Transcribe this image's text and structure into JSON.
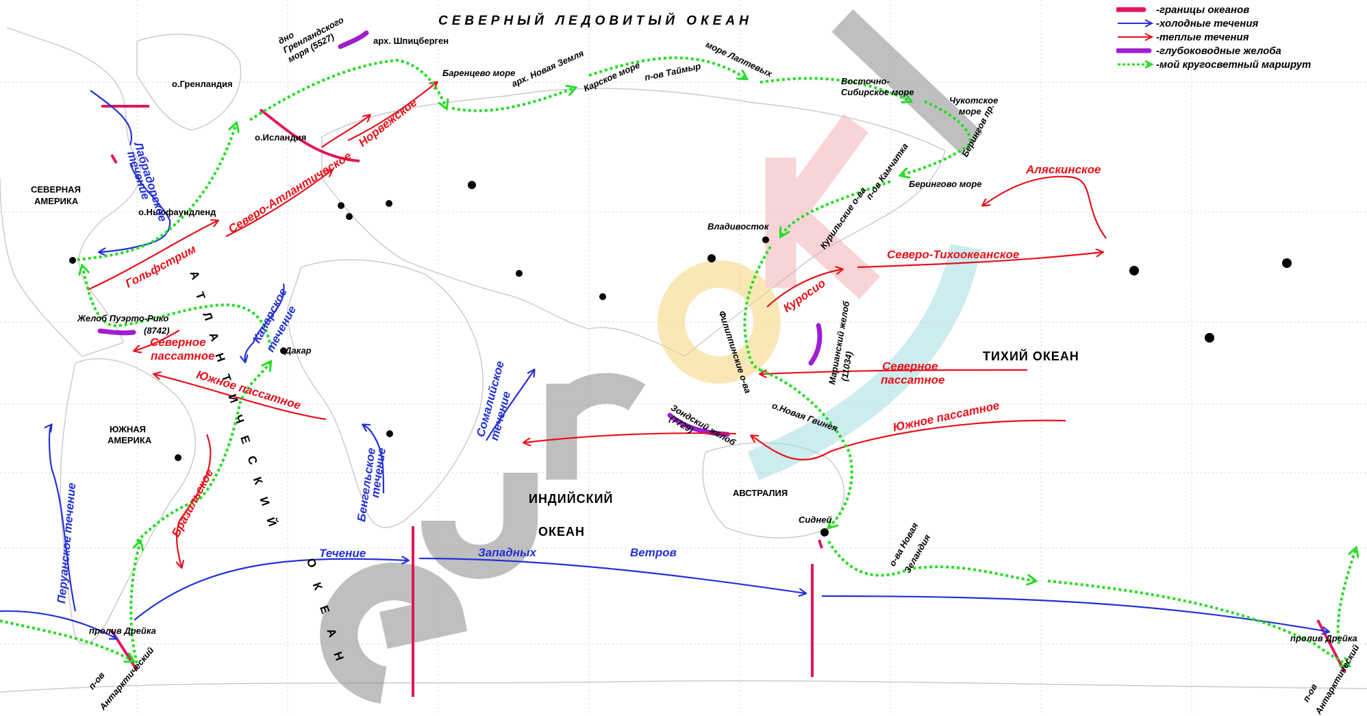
{
  "legend": [
    {
      "symbol": "ocean-border",
      "label": "-границы океанов",
      "color": "#e0155f"
    },
    {
      "symbol": "cold-current",
      "label": "-холодные течения",
      "color": "#2330d8"
    },
    {
      "symbol": "warm-current",
      "label": "-теплые течения",
      "color": "#e8111a"
    },
    {
      "symbol": "deep-trench",
      "label": "-глубоководные желоба",
      "color": "#a01ecf"
    },
    {
      "symbol": "route",
      "label": "-мой кругосветный маршрут",
      "color": "#22dd22"
    }
  ],
  "oceans": {
    "arctic": "СЕВЕРНЫЙ ЛЕДОВИТЫЙ ОКЕАН",
    "pacific": "ТИХИЙ ОКЕАН",
    "indian_line1": "ИНДИЙСКИЙ",
    "indian_line2": "ОКЕАН",
    "atlantic_letters": [
      "А",
      "Т",
      "Л",
      "А",
      "Н",
      "Т",
      "И",
      "Ч",
      "Е",
      "С",
      "К",
      "И",
      "Й"
    ],
    "atlantic_ocean_letters": [
      "О",
      "К",
      "Е",
      "А",
      "Н"
    ]
  },
  "continents": {
    "north_america_1": "СЕВЕРНАЯ",
    "north_america_2": "АМЕРИКА",
    "south_america_1": "ЮЖНАЯ",
    "south_america_2": "АМЕРИКА",
    "australia": "АВСТРАЛИЯ"
  },
  "places": {
    "greenland": "о.Гренландия",
    "iceland": "о.Исландия",
    "newfoundland": "о.Ньюфаундленд",
    "greenland_sea_bottom": "дно Гренландского моря (5527)",
    "spitsbergen": "арх. Шпицберген",
    "barents": "Баренцево море",
    "novaya_zemlya": "арх. Новая Земля",
    "kara": "Карское море",
    "taimyr": "п-ов Таймыр",
    "laptev": "море Лаптевых",
    "east_siberian_1": "Восточно-",
    "east_siberian_2": "Сибирское море",
    "chukchi_1": "Чукотское",
    "chukchi_2": "море",
    "bering_strait": "Берингов пр.",
    "bering_sea": "Берингово море",
    "kamchatka": "п-ов Камчатка",
    "kurils": "Курильские о-ва",
    "vladivostok": "Владивосток",
    "philippines": "Филиппинские о-ва",
    "mariana_1": "Марианский желоб",
    "mariana_2": "(11034)",
    "sunda_1": "Зондский желоб",
    "sunda_2": "(7729)",
    "new_guinea": "о.Новая Гвинея",
    "sydney": "Сидней",
    "new_zealand_1": "о-ва Новая",
    "new_zealand_2": "Зеландия",
    "puerto_rico_1": "Желоб Пуэрто-Рико",
    "puerto_rico_2": "(8742)",
    "dakar": "Дакар",
    "drake_left": "пролив Дрейка",
    "drake_right": "пролив Дрейка",
    "antarctic_left_1": "п-ов",
    "antarctic_left_2": "Антарктический",
    "antarctic_right_1": "п-ов",
    "antarctic_right_2": "Антарктический"
  },
  "currents": {
    "labrador_1": "Лабрадорское",
    "labrador_2": "течение",
    "gulfstream": "Гольфстрим",
    "north_atlantic": "Северо-Атлантическое",
    "norwegian": "Норвежское",
    "canary_1": "Канарское",
    "canary_2": "течение",
    "north_trade_atl_1": "Северное",
    "north_trade_atl_2": "пассатное",
    "south_trade_atl": "Южное пассатное",
    "brazil": "Бразильское",
    "peru": "Перуанское течение",
    "benguela_1": "Бенгельское",
    "benguela_2": "течение",
    "somali_1": "Сомалийское",
    "somali_2": "течение",
    "westerlies_1": "Течение",
    "westerlies_2": "Западных",
    "westerlies_3": "Ветров",
    "alaska": "Аляскинское",
    "north_pacific": "Северо-Тихоокеанское",
    "kuroshio": "Куросио",
    "north_trade_pac_1": "Северное",
    "north_trade_pac_2": "пассатное",
    "south_trade_pac": "Южное пассатное"
  },
  "watermark": {
    "text": "euroki",
    "letter_colors": [
      "#7a7a7a",
      "#7a7a7a",
      "#7a7a7a",
      "#f4d67a",
      "#f2a3a8",
      "#a5dde2"
    ]
  },
  "colors": {
    "warm": "#e8111a",
    "cold": "#2330d8",
    "route": "#22dd22",
    "border": "#e0155f",
    "trench": "#a01ecf"
  }
}
